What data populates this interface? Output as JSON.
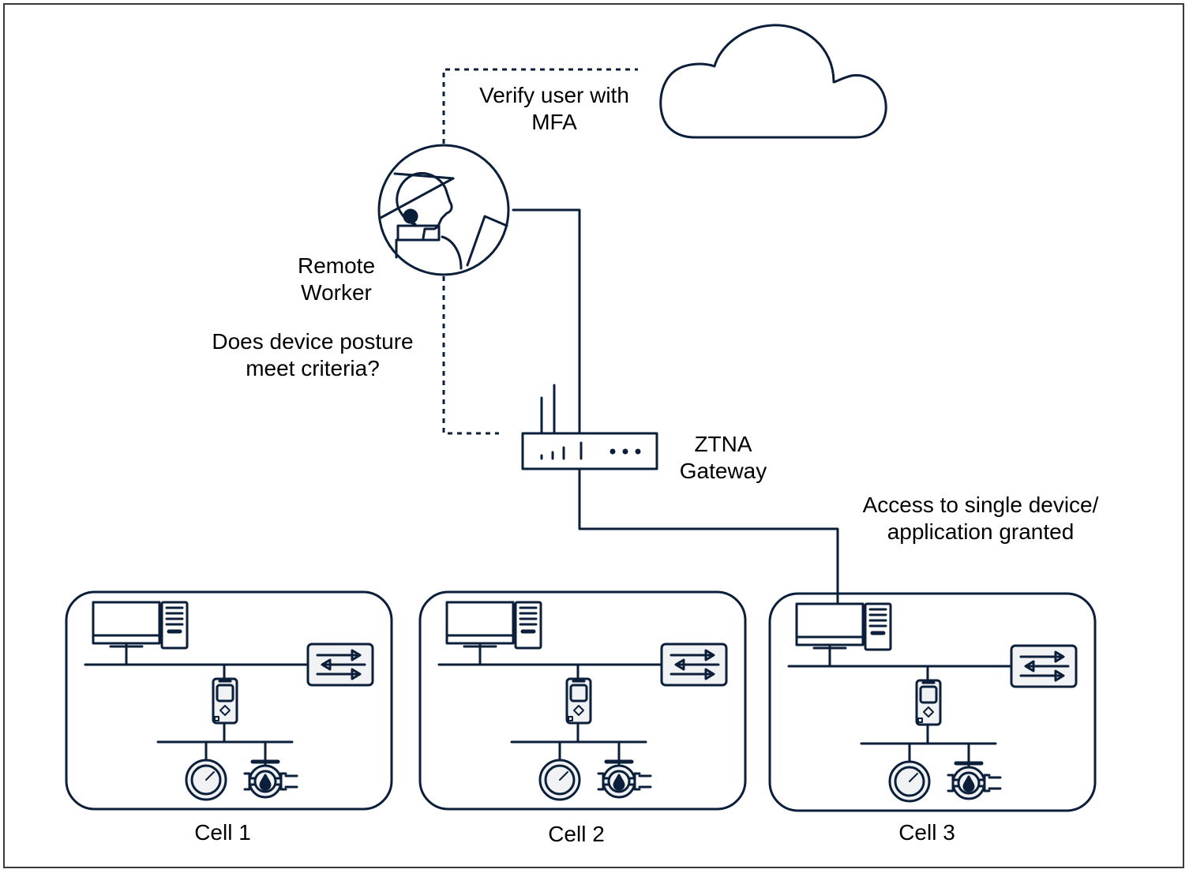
{
  "labels": {
    "mfa": "Verify user with\nMFA",
    "remote_worker": "Remote\nWorker",
    "posture": "Does device posture\nmeet criteria?",
    "gateway": "ZTNA\nGateway",
    "access": "Access to single device/\napplication granted"
  },
  "cells": [
    {
      "label": "Cell 1"
    },
    {
      "label": "Cell 2"
    },
    {
      "label": "Cell 3"
    }
  ],
  "colors": {
    "line": "#0b1f3a",
    "frame": "#3a3a3a",
    "device_fill": "#f1f2f4"
  },
  "icons": {
    "cloud": "cloud-icon",
    "worker": "remote-worker-icon",
    "gateway": "ztna-gateway-icon",
    "workstation": "workstation-icon",
    "switch": "switch-icon",
    "controller": "plc-icon",
    "gauge": "gauge-icon",
    "valve": "valve-icon"
  }
}
